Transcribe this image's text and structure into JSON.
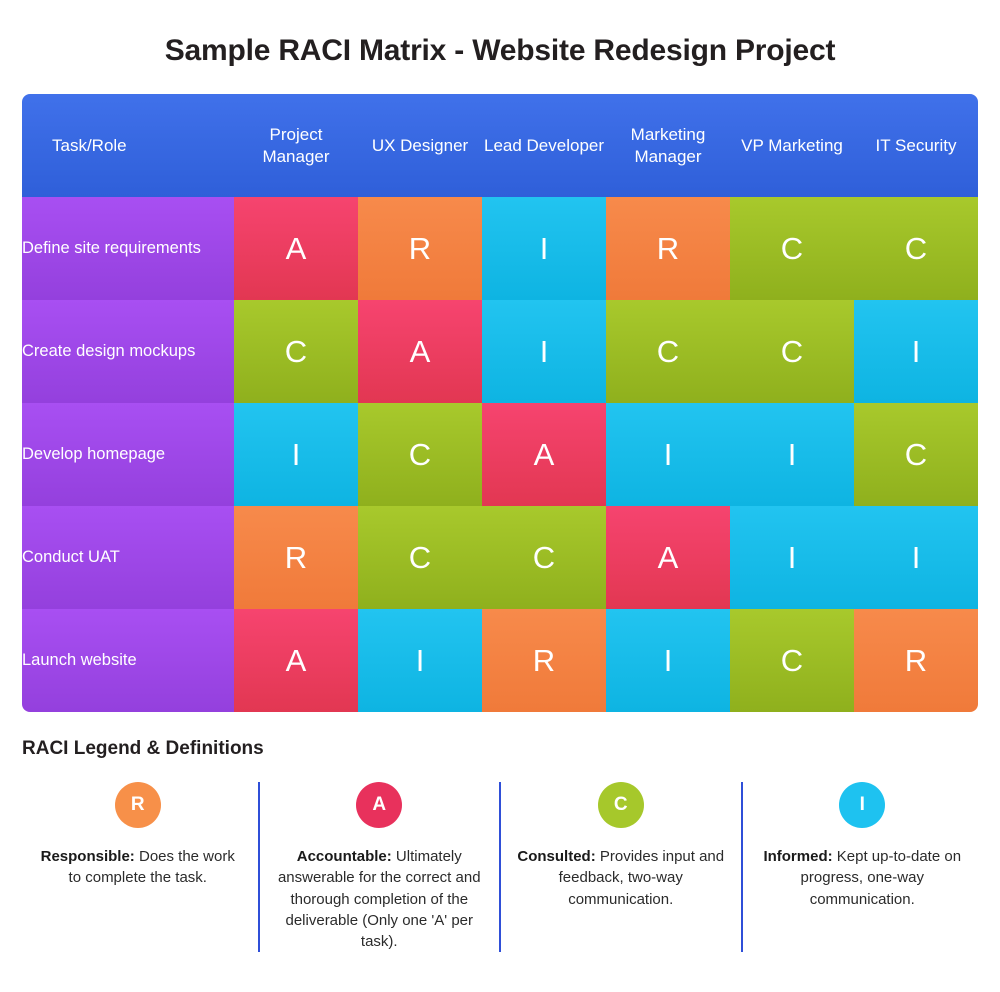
{
  "title": "Sample RACI Matrix - Website Redesign Project",
  "colors": {
    "header_blue": "#3b6fe8",
    "task_purple": "#a651f0",
    "responsible_orange": "#f78a4b",
    "accountable_red": "#f6446f",
    "consulted_green": "#a8c92c",
    "informed_blue": "#22c4f0",
    "divider_blue": "#2f4fd8",
    "text_dark": "#231f20"
  },
  "matrix": {
    "columns": [
      "Task/Role",
      "Project Manager",
      "UX Designer",
      "Lead Developer",
      "Marketing Manager",
      "VP Marketing",
      "IT Security"
    ],
    "rows": [
      {
        "task": "Define site requirements",
        "values": [
          "A",
          "R",
          "I",
          "R",
          "C",
          "C"
        ]
      },
      {
        "task": "Create design mockups",
        "values": [
          "C",
          "A",
          "I",
          "C",
          "C",
          "I"
        ]
      },
      {
        "task": "Develop homepage",
        "values": [
          "I",
          "C",
          "A",
          "I",
          "I",
          "C"
        ]
      },
      {
        "task": "Conduct UAT",
        "values": [
          "R",
          "C",
          "C",
          "A",
          "I",
          "I"
        ]
      },
      {
        "task": "Launch website",
        "values": [
          "A",
          "I",
          "R",
          "I",
          "C",
          "R"
        ]
      }
    ]
  },
  "legend": {
    "heading": "RACI Legend & Definitions",
    "items": [
      {
        "letter": "R",
        "term": "Responsible:",
        "description": " Does the work to complete the task."
      },
      {
        "letter": "A",
        "term": "Accountable:",
        "description": " Ultimately answerable for the correct and thorough completion of the deliverable (Only one 'A' per task)."
      },
      {
        "letter": "C",
        "term": "Consulted:",
        "description": " Provides input and feedback, two-way communication."
      },
      {
        "letter": "I",
        "term": "Informed:",
        "description": " Kept up-to-date on progress, one-way communication."
      }
    ]
  }
}
